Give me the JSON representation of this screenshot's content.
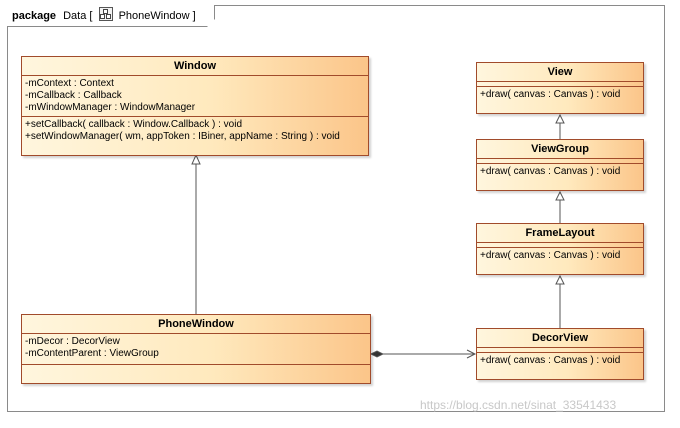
{
  "package": {
    "keyword": "package",
    "name": "Data",
    "diagram": "PhoneWindow",
    "open_bracket": "[",
    "close_bracket": "]"
  },
  "classes": {
    "window": {
      "name": "Window",
      "attributes": [
        "-mContext : Context",
        "-mCallback : Callback",
        "-mWindowManager : WindowManager"
      ],
      "operations": [
        "+setCallback( callback : Window.Callback ) : void",
        "+setWindowManager( wm, appToken : IBiner, appName : String ) : void"
      ]
    },
    "phonewindow": {
      "name": "PhoneWindow",
      "attributes": [
        "-mDecor : DecorView",
        "-mContentParent : ViewGroup"
      ],
      "operations": []
    },
    "view": {
      "name": "View",
      "attributes": [],
      "operations": [
        "+draw( canvas : Canvas ) : void"
      ]
    },
    "viewgroup": {
      "name": "ViewGroup",
      "attributes": [],
      "operations": [
        "+draw( canvas : Canvas ) : void"
      ]
    },
    "framelayout": {
      "name": "FrameLayout",
      "attributes": [],
      "operations": [
        "+draw( canvas : Canvas ) : void"
      ]
    },
    "decorview": {
      "name": "DecorView",
      "attributes": [],
      "operations": [
        "+draw( canvas : Canvas ) : void"
      ]
    }
  },
  "relations": [
    {
      "type": "generalization",
      "from": "PhoneWindow",
      "to": "Window"
    },
    {
      "type": "generalization",
      "from": "ViewGroup",
      "to": "View"
    },
    {
      "type": "generalization",
      "from": "FrameLayout",
      "to": "ViewGroup"
    },
    {
      "type": "generalization",
      "from": "DecorView",
      "to": "FrameLayout"
    },
    {
      "type": "composition",
      "from": "PhoneWindow",
      "to": "DecorView"
    }
  ],
  "watermark": "https://blog.csdn.net/sinat_33541433",
  "colors": {
    "border": "#a14b2b",
    "fill_light": "#fff6de",
    "fill_dark": "#fbc589",
    "line": "#555555"
  }
}
